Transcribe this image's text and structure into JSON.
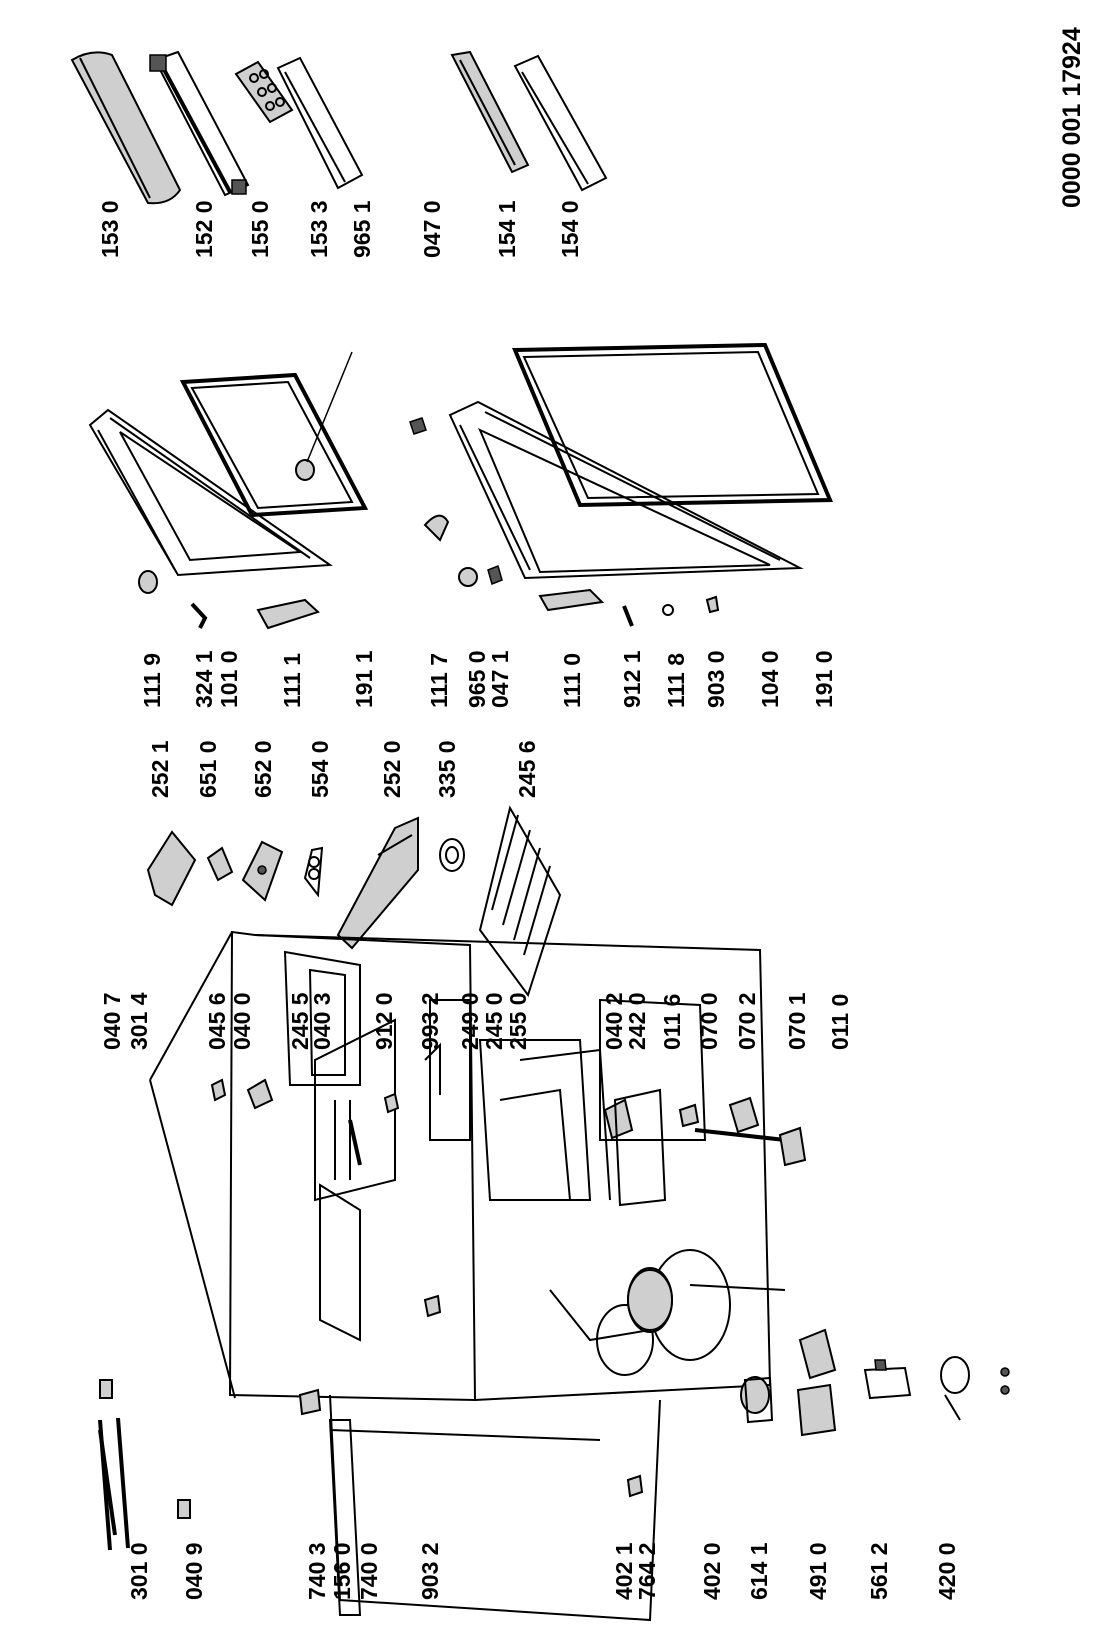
{
  "doc_number": "0000 001 17924",
  "labels": {
    "l_153_0": "153 0",
    "l_152_0": "152 0",
    "l_155_0": "155 0",
    "l_153_3": "153 3",
    "l_965_1": "965 1",
    "l_047_0": "047 0",
    "l_154_1": "154 1",
    "l_154_0": "154 0",
    "l_111_9": "111 9",
    "l_324_1": "324 1",
    "l_101_0": "101 0",
    "l_111_1": "111 1",
    "l_191_1": "191 1",
    "l_111_7": "111 7",
    "l_965_0": "965 0",
    "l_047_1": "047 1",
    "l_111_0": "111 0",
    "l_912_1": "912 1",
    "l_111_8": "111 8",
    "l_903_0": "903 0",
    "l_104_0": "104 0",
    "l_191_0": "191 0",
    "l_252_1": "252 1",
    "l_651_0": "651 0",
    "l_652_0": "652 0",
    "l_554_0": "554 0",
    "l_252_0": "252 0",
    "l_335_0": "335 0",
    "l_245_6": "245 6",
    "l_040_7": "040 7",
    "l_301_4": "301 4",
    "l_045_6": "045 6",
    "l_040_0": "040 0",
    "l_245_5": "245 5",
    "l_040_3": "040 3",
    "l_912_0": "912 0",
    "l_993_2": "993 2",
    "l_249_0": "249 0",
    "l_245_0": "245 0",
    "l_255_0": "255 0",
    "l_040_2": "040 2",
    "l_242_0": "242 0",
    "l_011_6": "011 6",
    "l_070_0": "070 0",
    "l_070_2": "070 2",
    "l_070_1": "070 1",
    "l_011_0": "011 0",
    "l_301_0": "301 0",
    "l_040_9": "040 9",
    "l_740_3": "740 3",
    "l_156_0": "156 0",
    "l_740_0": "740 0",
    "l_903_2": "903 2",
    "l_402_1": "402 1",
    "l_764_2": "764 2",
    "l_402_0": "402 0",
    "l_614_1": "614 1",
    "l_491_0": "491 0",
    "l_561_2": "561 2",
    "l_420_0": "420 0"
  }
}
